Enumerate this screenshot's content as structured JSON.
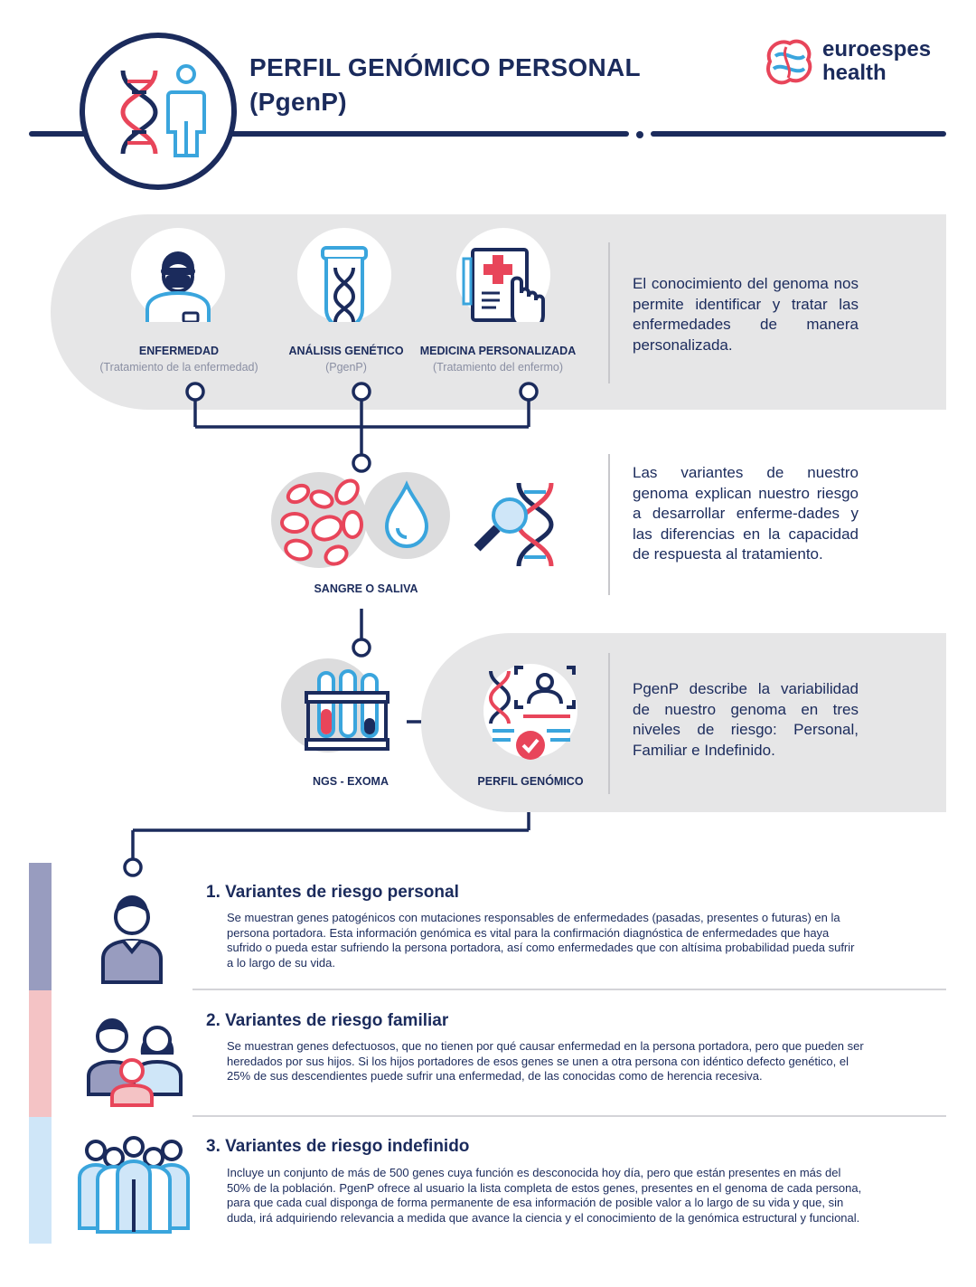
{
  "header": {
    "title_line1": "PERFIL GENÓMICO PERSONAL",
    "title_line2": "(PgenP)",
    "logo_line1": "euroespes",
    "logo_line2": "health"
  },
  "flow": {
    "steps": [
      {
        "label": "ENFERMEDAD",
        "sub": "(Tratamiento de la enfermedad)",
        "icon": "doctor-icon"
      },
      {
        "label": "ANÁLISIS GENÉTICO",
        "sub": "(PgenP)",
        "icon": "dna-tube-icon"
      },
      {
        "label": "MEDICINA PERSONALIZADA",
        "sub": "(Tratamiento del enfermo)",
        "icon": "medical-record-icon"
      }
    ],
    "sample_label": "SANGRE O SALIVA",
    "ngs_label": "NGS - EXOMA",
    "profile_label": "PERFIL GENÓMICO",
    "text1": "El conocimiento del genoma nos permite identificar y tratar las enfermedades de manera personalizada.",
    "text2": "Las variantes de nuestro genoma explican nuestro riesgo a desarrollar enferme-dades y las diferencias en la capacidad de respuesta al tratamiento.",
    "text3": "PgenP describe la variabilidad de nuestro genoma en tres niveles de riesgo: Personal, Familiar e Indefinido."
  },
  "levels": [
    {
      "title": "1. Variantes de riesgo personal",
      "text": "Se muestran genes patogénicos con mutaciones responsables de enfermedades  (pasadas, presentes o futuras) en la persona portadora. Esta información genómica es vital para la confirmación diagnóstica de enfermedades que haya sufrido o pueda estar sufriendo la persona portadora, así como enfermedades que con altísima probabilidad pueda sufrir a lo largo de su vida.",
      "color": "#989cbf"
    },
    {
      "title": "2. Variantes de riesgo familiar",
      "text": "Se muestran genes defectuosos, que no tienen por qué causar enfermedad en la persona portadora, pero que pueden ser heredados por sus hijos. Si los hijos portadores de esos genes se unen a otra persona con idéntico defecto genético, el 25% de sus descendientes puede sufrir una enfermedad, de las conocidas como de herencia recesiva.",
      "color": "#f4c3c5"
    },
    {
      "title": "3. Variantes de riesgo indefinido",
      "text": "Incluye un conjunto de más de 500 genes cuya función es desconocida hoy día, pero que están presentes en más del 50% de la población. PgenP ofrece al usuario la lista completa de estos genes, presentes en el genoma de cada persona, para que cada cual disponga de forma permanente de esa información de posible valor a lo largo de su vida y que, sin duda, irá adquiriendo relevancia a medida que avance la ciencia y el conocimiento de la genómica estructural y funcional.",
      "color": "#cfe6f8"
    }
  ],
  "colors": {
    "navy": "#1b2b5c",
    "red": "#e8455a",
    "blue": "#3aa5dd",
    "grey": "#e6e6e7"
  }
}
